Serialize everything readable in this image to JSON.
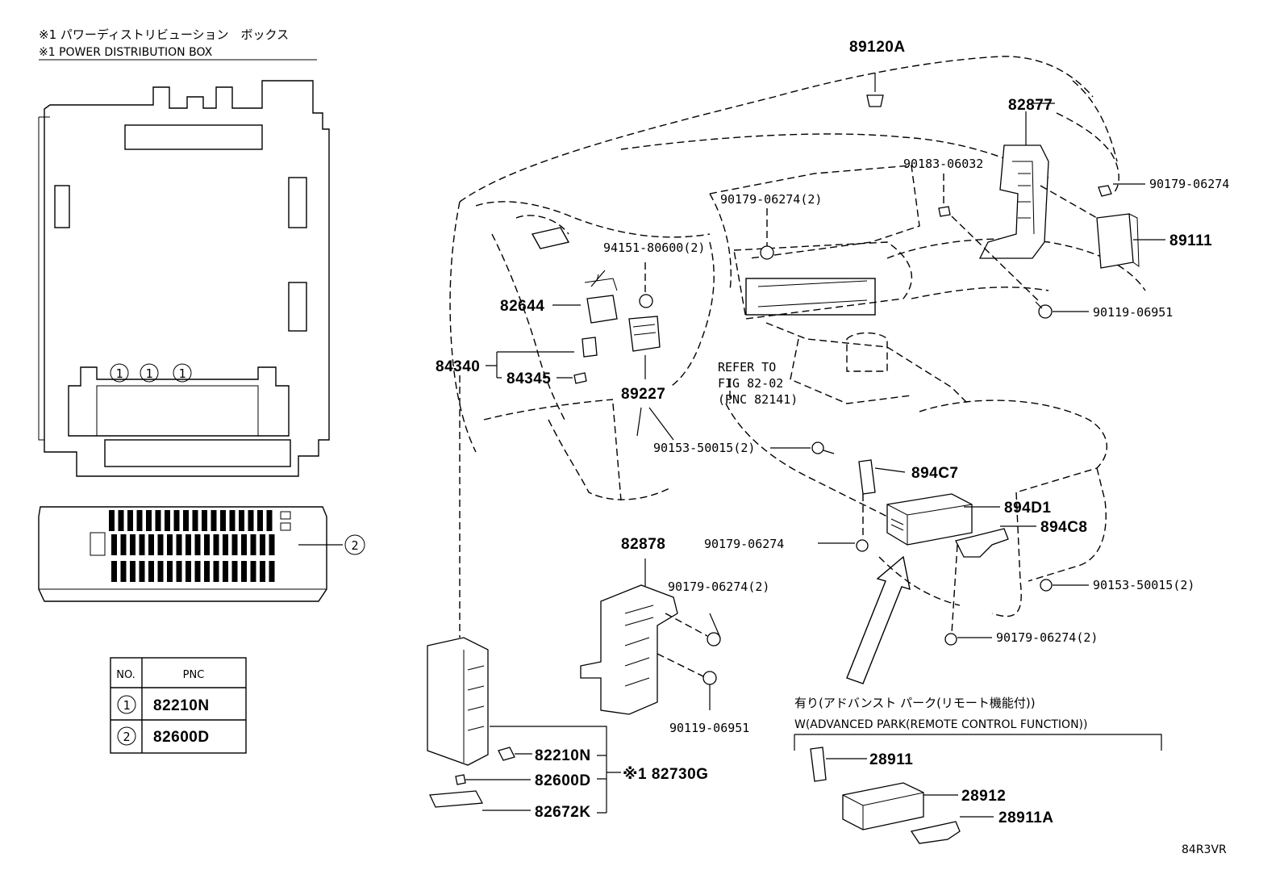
{
  "header": {
    "note_jp": "※1 パワーディストリビューション　ボックス",
    "note_en": "※1 POWER DISTRIBUTION BOX"
  },
  "pnc_table": {
    "col_no": "NO.",
    "col_pnc": "PNC",
    "rows": [
      {
        "no": "1",
        "pnc": "82210N"
      },
      {
        "no": "2",
        "pnc": "82600D"
      }
    ]
  },
  "box_markers": {
    "marker_1": "1",
    "marker_2": "2"
  },
  "parts": {
    "p89120A": "89120A",
    "p82877": "82877",
    "p90183": "90183-06032",
    "p90179a": "90179-06274",
    "p89111": "89111",
    "p90119a": "90119-06951",
    "p90179b": "90179-06274(2)",
    "p94151": "94151-80600(2)",
    "p82644": "82644",
    "p84340": "84340",
    "p84345": "84345",
    "p89227": "89227",
    "p90153a": "90153-50015(2)",
    "p894C7": "894C7",
    "p894D1": "894D1",
    "p894C8": "894C8",
    "p90179c": "90179-06274",
    "p90153b": "90153-50015(2)",
    "p90179d": "90179-06274(2)",
    "p82878": "82878",
    "p90179e": "90179-06274(2)",
    "p90119b": "90119-06951",
    "p82210N": "82210N",
    "p82600D": "82600D",
    "p82672K": "82672K",
    "p82730G": "※1 82730G",
    "p28911": "28911",
    "p28912": "28912",
    "p28911A": "28911A"
  },
  "refer": {
    "line1": "REFER TO",
    "line2": "FIG 82-02",
    "line3": "(PNC 82141)"
  },
  "option": {
    "jp": "有り(アドバンスト パーク(リモート機能付))",
    "en": "W(ADVANCED PARK(REMOTE CONTROL FUNCTION))"
  },
  "figure_id": "84R3VR"
}
